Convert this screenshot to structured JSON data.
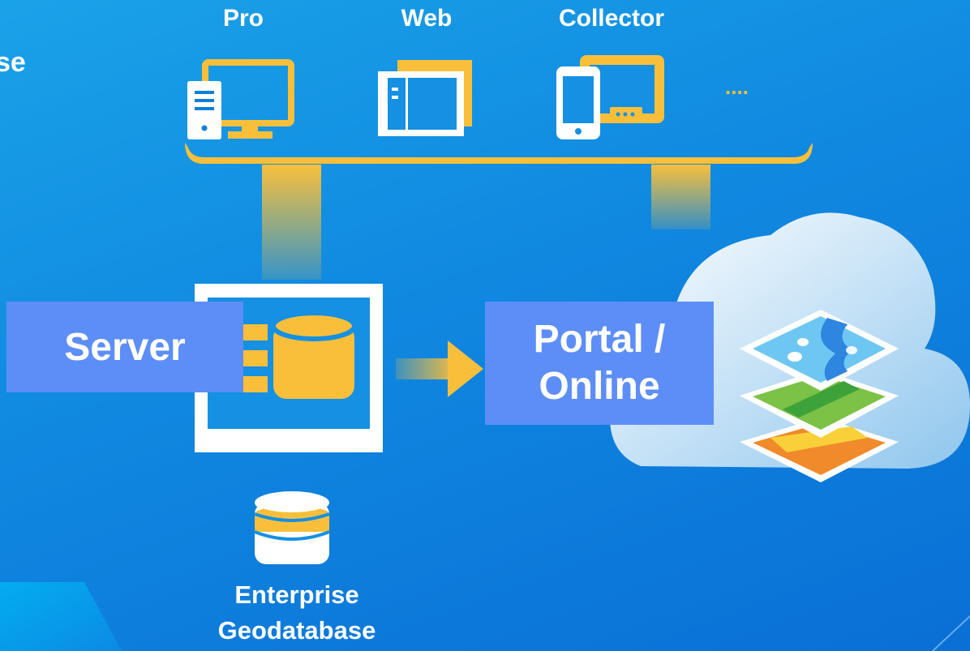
{
  "corner_text": "se",
  "clients": [
    {
      "label": "Pro",
      "icon": "desktop-icon"
    },
    {
      "label": "Web",
      "icon": "browser-icon"
    },
    {
      "label": "Collector",
      "icon": "mobile-tablet-icon"
    }
  ],
  "more_indicator": "....",
  "server": {
    "label": "Server",
    "icon": "server-database-icon"
  },
  "portal": {
    "label_line1": "Portal /",
    "label_line2": "Online",
    "icon": "map-layers-icon"
  },
  "geodatabase": {
    "line1": "Enterprise",
    "line2": "Geodatabase",
    "icon": "database-icon"
  },
  "colors": {
    "background": "#1088e0",
    "accent": "#fbbf3c",
    "tag": "#5d8ef8",
    "white": "#ffffff",
    "cloud": "#eaf4fc"
  }
}
